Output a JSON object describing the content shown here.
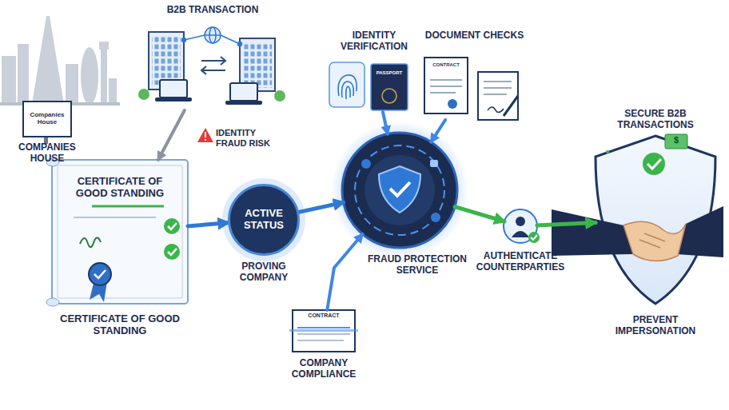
{
  "diagram": {
    "nodes": [
      {
        "text": [
          "Companies House",
          "COMPANIES HOUSE"
        ]
      },
      {
        "text": [
          "B2B TRANSACTION"
        ]
      },
      {
        "text": [
          "CERTIFICATE OF GOOD STANDING",
          "CERTIFICATE OF GOOD STANDING"
        ]
      },
      {
        "text": [
          "ACTIVE STATUS",
          "PROVING COMPANY"
        ]
      },
      {
        "text": [
          "IDENTITY VERIFICATION"
        ]
      },
      {
        "text": [
          "DOCUMENT CHECKS"
        ]
      },
      {
        "text": [
          "FRAUD PROTECTION SERVICE"
        ]
      },
      {
        "text": [
          "CONTRACT",
          "COMPANY COMPLIANCE"
        ]
      },
      {
        "text": [
          "AUTHENTICATE COUNTERPARTIES"
        ]
      },
      {
        "text": [
          "SECURE B2B TRANSACTIONS",
          "PREVENT IMPERSONATION"
        ]
      }
    ],
    "edges": [
      {
        "from": 1,
        "to": 2,
        "arrow": "to"
      },
      {
        "from": 2,
        "to": 3,
        "arrow": "to"
      },
      {
        "from": 3,
        "to": 6,
        "arrow": "to"
      },
      {
        "from": 4,
        "to": 6,
        "arrow": "to"
      },
      {
        "from": 5,
        "to": 6,
        "arrow": "to"
      },
      {
        "from": 7,
        "to": 6,
        "arrow": "to"
      },
      {
        "from": 6,
        "to": 8,
        "arrow": "to"
      },
      {
        "from": 8,
        "to": 9,
        "arrow": "to"
      }
    ],
    "labels": [
      "IDENTITY FRAUD RISK",
      "PASSPORT",
      "CONTRACT",
      "$"
    ]
  }
}
